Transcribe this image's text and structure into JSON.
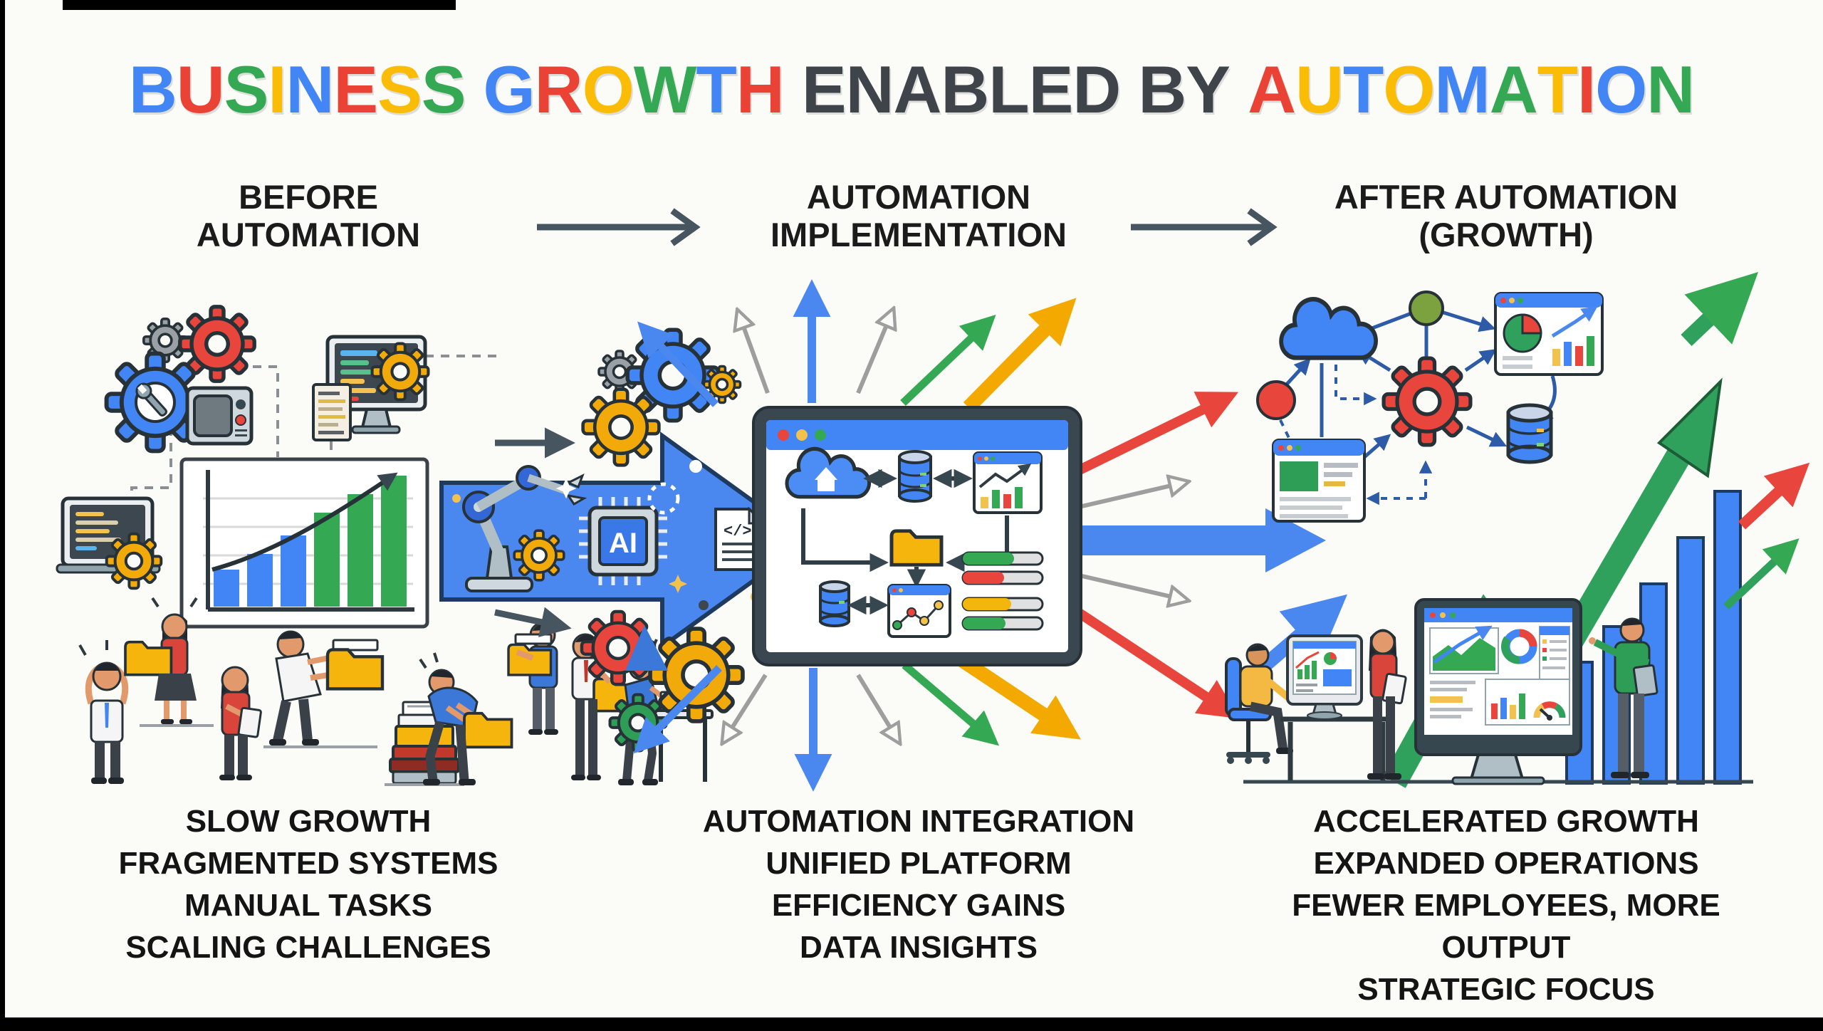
{
  "title": {
    "text": "BUSINESS GROWTH ENABLED BY AUTOMATION",
    "letters": [
      {
        "c": "B",
        "color": "#4285F4"
      },
      {
        "c": "U",
        "color": "#EA4335"
      },
      {
        "c": "S",
        "color": "#34A853"
      },
      {
        "c": "I",
        "color": "#FBBC05"
      },
      {
        "c": "N",
        "color": "#4285F4"
      },
      {
        "c": "E",
        "color": "#EA4335"
      },
      {
        "c": "S",
        "color": "#FBBC05"
      },
      {
        "c": "S",
        "color": "#34A853"
      },
      {
        "c": " "
      },
      {
        "c": "G",
        "color": "#4285F4"
      },
      {
        "c": "R",
        "color": "#EA4335"
      },
      {
        "c": "O",
        "color": "#FBBC05"
      },
      {
        "c": "W",
        "color": "#34A853"
      },
      {
        "c": "T",
        "color": "#4285F4"
      },
      {
        "c": "H",
        "color": "#EA4335"
      },
      {
        "c": " "
      },
      {
        "c": "E",
        "color": "#3E4449"
      },
      {
        "c": "N",
        "color": "#3E4449"
      },
      {
        "c": "A",
        "color": "#3E4449"
      },
      {
        "c": "B",
        "color": "#3E4449"
      },
      {
        "c": "L",
        "color": "#3E4449"
      },
      {
        "c": "E",
        "color": "#3E4449"
      },
      {
        "c": "D",
        "color": "#3E4449"
      },
      {
        "c": " "
      },
      {
        "c": "B",
        "color": "#3E4449"
      },
      {
        "c": "Y",
        "color": "#3E4449"
      },
      {
        "c": " "
      },
      {
        "c": "A",
        "color": "#EA4335"
      },
      {
        "c": "U",
        "color": "#FBBC05"
      },
      {
        "c": "T",
        "color": "#4285F4"
      },
      {
        "c": "O",
        "color": "#FBBC05"
      },
      {
        "c": "M",
        "color": "#4285F4"
      },
      {
        "c": "A",
        "color": "#34A853"
      },
      {
        "c": "T",
        "color": "#FBBC05"
      },
      {
        "c": "I",
        "color": "#EA4335"
      },
      {
        "c": "O",
        "color": "#4285F4"
      },
      {
        "c": "N",
        "color": "#34A853"
      }
    ]
  },
  "columns": [
    {
      "id": "before",
      "header_line1": "BEFORE",
      "header_line2": "AUTOMATION",
      "items": [
        "SLOW GROWTH",
        "FRAGMENTED SYSTEMS",
        "MANUAL TASKS",
        "SCALING CHALLENGES"
      ]
    },
    {
      "id": "implementation",
      "header_line1": "AUTOMATION",
      "header_line2": "IMPLEMENTATION",
      "items": [
        "AUTOMATION INTEGRATION",
        "UNIFIED PLATFORM",
        "EFFICIENCY GAINS",
        "DATA INSIGHTS"
      ]
    },
    {
      "id": "after",
      "header_line1": "AFTER AUTOMATION",
      "header_line2": "(GROWTH)",
      "items": [
        "ACCELERATED GROWTH",
        "EXPANDED OPERATIONS",
        "FEWER EMPLOYEES, MORE OUTPUT",
        "STRATEGIC FOCUS"
      ]
    }
  ],
  "illustration": {
    "ai_chip_label": "AI",
    "code_doc_label": "</>",
    "colors": {
      "blue": "#4285F4",
      "red": "#EA4335",
      "yellow": "#FBBC05",
      "green": "#34A853",
      "slate": "#37474F",
      "dark_text": "#1B1B1B",
      "gray_arrow": "#9E9E9E",
      "background": "#FBFBF8"
    },
    "icons": [
      "gear-icon",
      "wrench-icon",
      "crt-tv-icon",
      "code-monitor-icon",
      "document-icon",
      "laptop-icon",
      "growth-chart-icon",
      "frustrated-person",
      "folder-carrier-person",
      "paper-stack-icon",
      "robot-arm-icon",
      "ai-chip-icon",
      "code-document-icon",
      "sparkle-icon",
      "transform-arrow",
      "workflow-screen",
      "cloud-upload-icon",
      "database-icon",
      "analytics-card-icon",
      "folder-icon",
      "scatter-chart-icon",
      "progress-bar",
      "radiating-arrow",
      "network-cloud-icon",
      "network-node",
      "browser-card-icon",
      "pie-chart-icon",
      "bar-chart-icon",
      "zigzag-growth-arrow",
      "office-chair-icon",
      "desk-icon",
      "monitor-dashboard-icon",
      "donut-chart-icon",
      "gauge-icon",
      "tablet-icon",
      "clipboard-icon"
    ]
  }
}
